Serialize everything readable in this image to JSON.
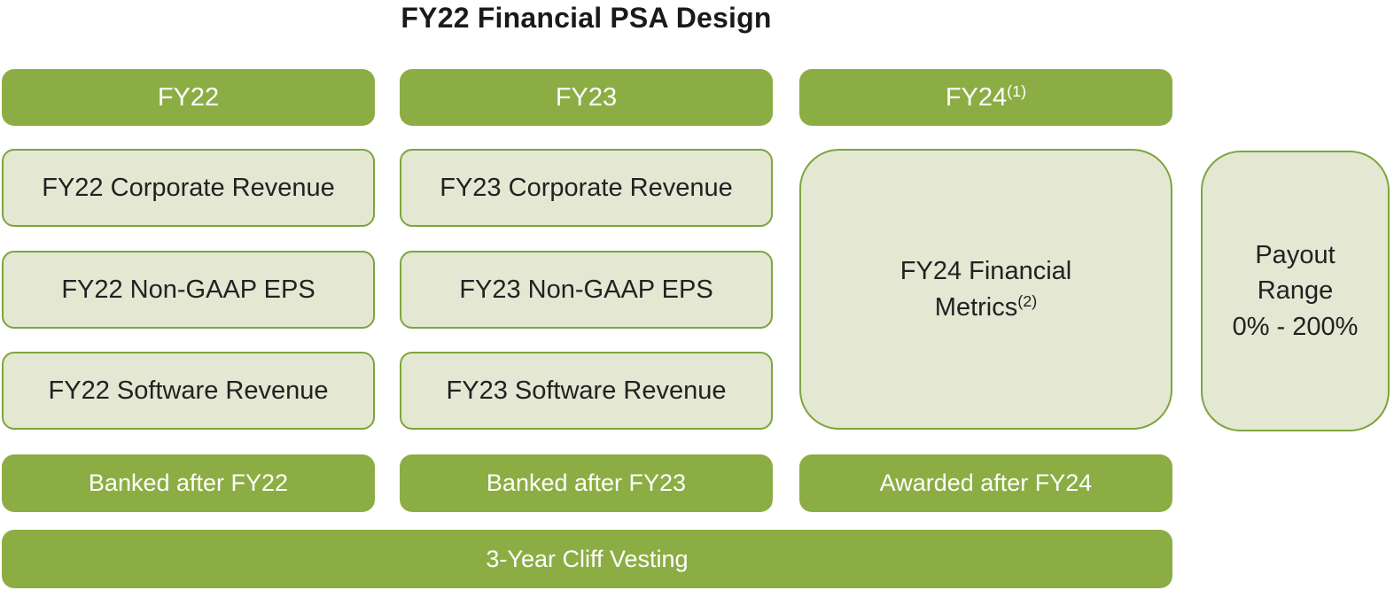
{
  "page": {
    "title": "FY22 Financial PSA Design"
  },
  "colors": {
    "green": "#8CAD44",
    "light_fill": "#E4E7D2",
    "border_green": "#7DA53D",
    "text_dark": "#222222",
    "text_light": "#FFFFFF"
  },
  "columns": [
    {
      "header": {
        "label": "FY22",
        "sup": ""
      },
      "metrics": [
        "FY22 Corporate Revenue",
        "FY22 Non-GAAP EPS",
        "FY22 Software Revenue"
      ],
      "footer": "Banked after FY22"
    },
    {
      "header": {
        "label": "FY23",
        "sup": ""
      },
      "metrics": [
        "FY23 Corporate Revenue",
        "FY23 Non-GAAP EPS",
        "FY23 Software Revenue"
      ],
      "footer": "Banked after FY23"
    },
    {
      "header": {
        "label": "FY24",
        "sup": "(1)"
      },
      "combined_metric": {
        "line1": "FY24 Financial",
        "line2": "Metrics",
        "sup": "(2)"
      },
      "footer": "Awarded after FY24"
    }
  ],
  "payout": {
    "lines": [
      "Payout",
      "Range",
      "0% - 200%"
    ]
  },
  "vesting_bar": {
    "label": "3-Year Cliff Vesting"
  }
}
